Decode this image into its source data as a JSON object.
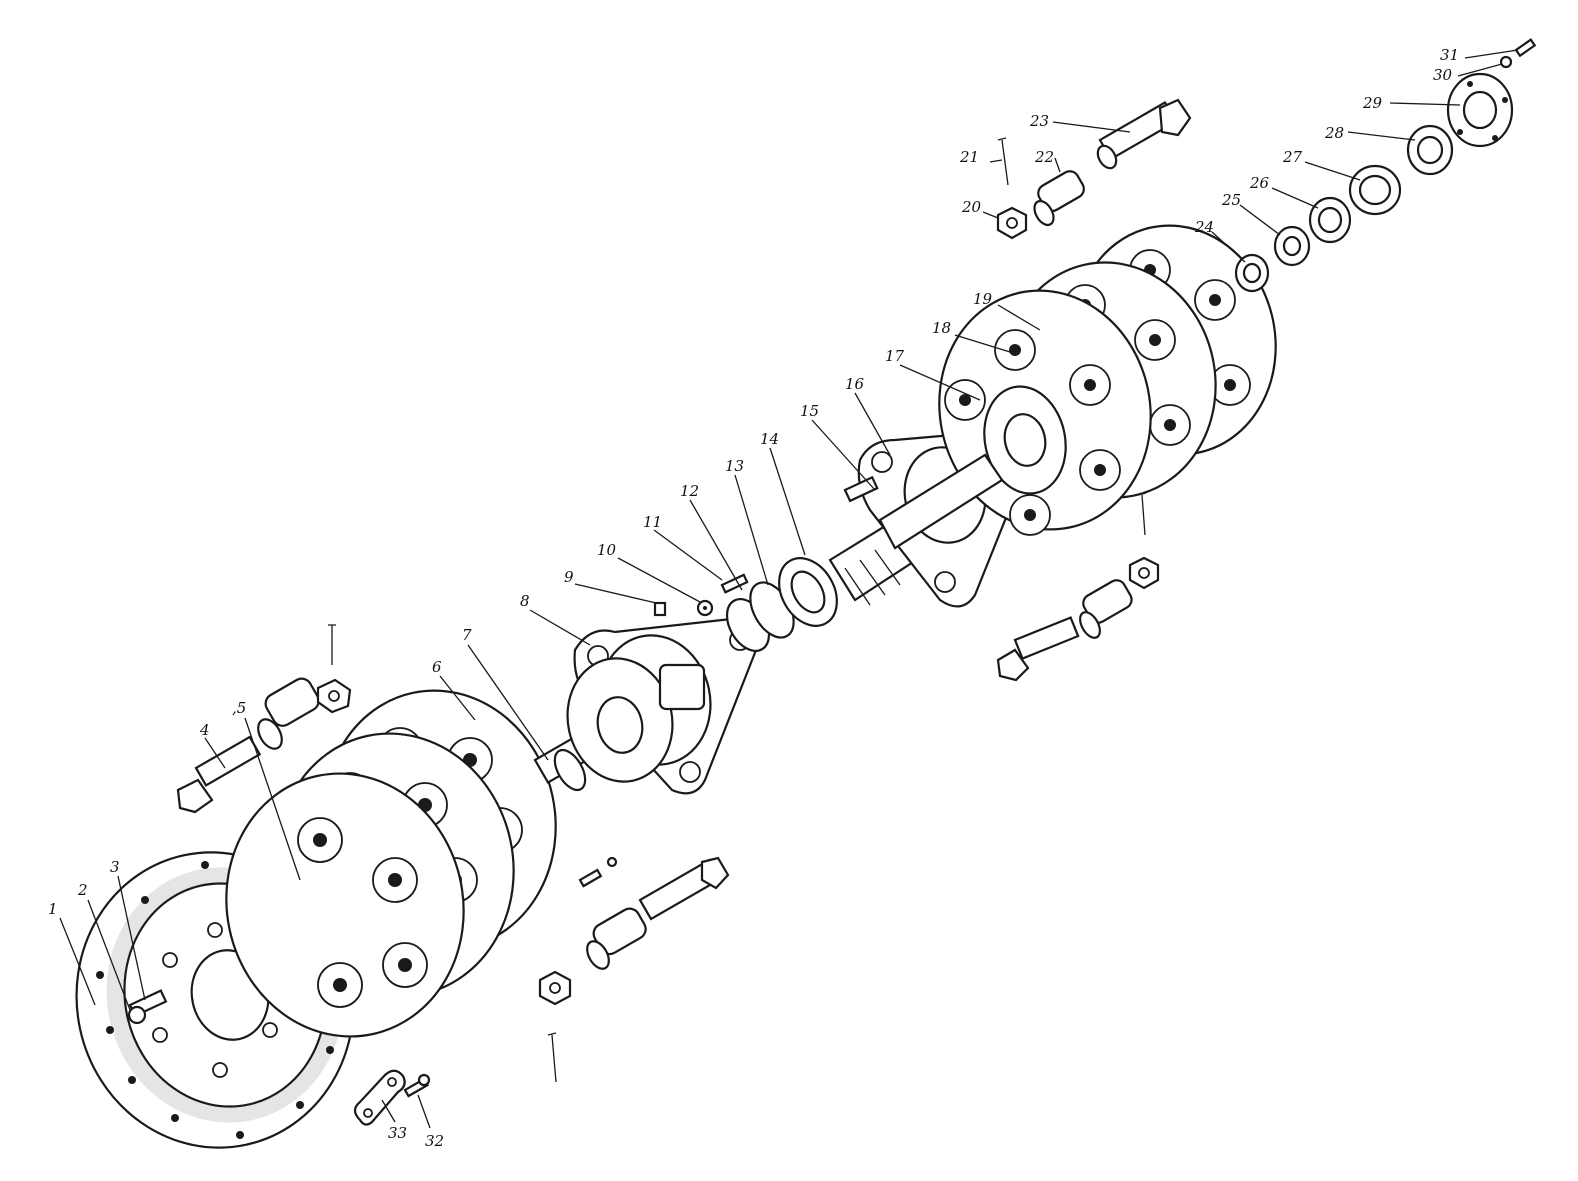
{
  "drawing": {
    "background": "#ffffff",
    "ink": "#1a1a1a",
    "callouts": [
      {
        "label": "1"
      },
      {
        "label": "2"
      },
      {
        "label": "3"
      },
      {
        "label": "4"
      },
      {
        "label": ",5"
      },
      {
        "label": "6"
      },
      {
        "label": "7"
      },
      {
        "label": "8"
      },
      {
        "label": "9"
      },
      {
        "label": "10"
      },
      {
        "label": "11"
      },
      {
        "label": "12"
      },
      {
        "label": "13"
      },
      {
        "label": "14"
      },
      {
        "label": "15"
      },
      {
        "label": "16"
      },
      {
        "label": "17"
      },
      {
        "label": "18"
      },
      {
        "label": "19"
      },
      {
        "label": "20"
      },
      {
        "label": "21"
      },
      {
        "label": "22"
      },
      {
        "label": "23"
      },
      {
        "label": "24"
      },
      {
        "label": "25"
      },
      {
        "label": "26"
      },
      {
        "label": "27"
      },
      {
        "label": "28"
      },
      {
        "label": "29"
      },
      {
        "label": "30"
      },
      {
        "label": "31"
      },
      {
        "label": "32"
      },
      {
        "label": "33"
      }
    ]
  }
}
